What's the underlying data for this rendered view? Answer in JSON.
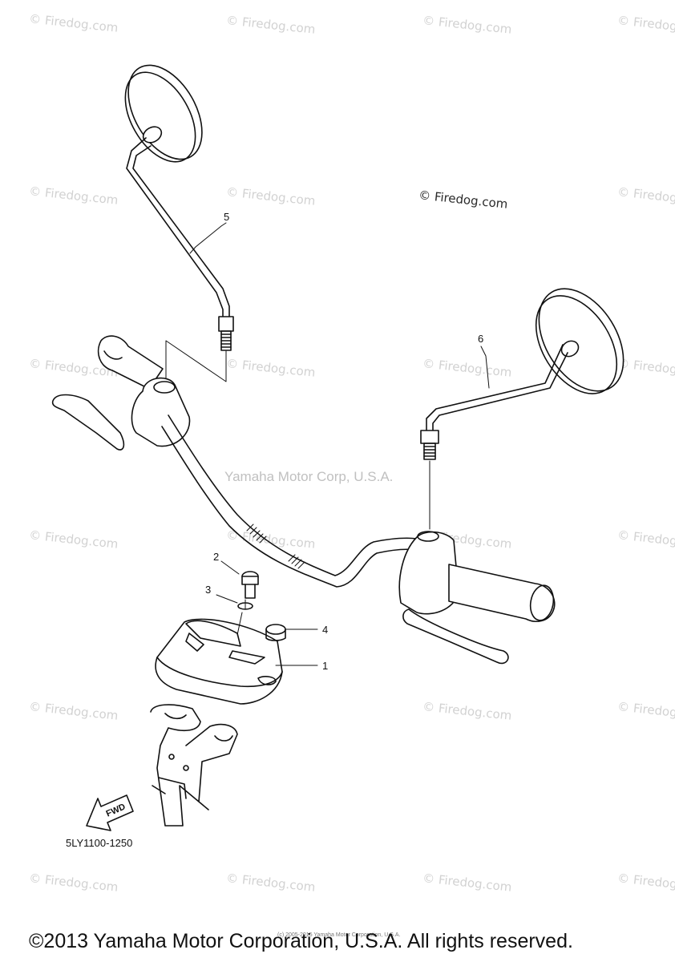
{
  "watermark": {
    "text": "© Firedog.com",
    "center_text": "Yamaha Motor Corp, U.S.A."
  },
  "callouts": {
    "c1": "1",
    "c2": "2",
    "c3": "3",
    "c4": "4",
    "c5": "5",
    "c6": "6"
  },
  "fwd_label": "FWD",
  "part_number": "5LY1100-1250",
  "tiny_note": "(c) 2005-2015 Yamaha Motor Corporation, U.S.A.",
  "copyright": "©2013 Yamaha Motor Corporation, U.S.A. All rights reserved."
}
